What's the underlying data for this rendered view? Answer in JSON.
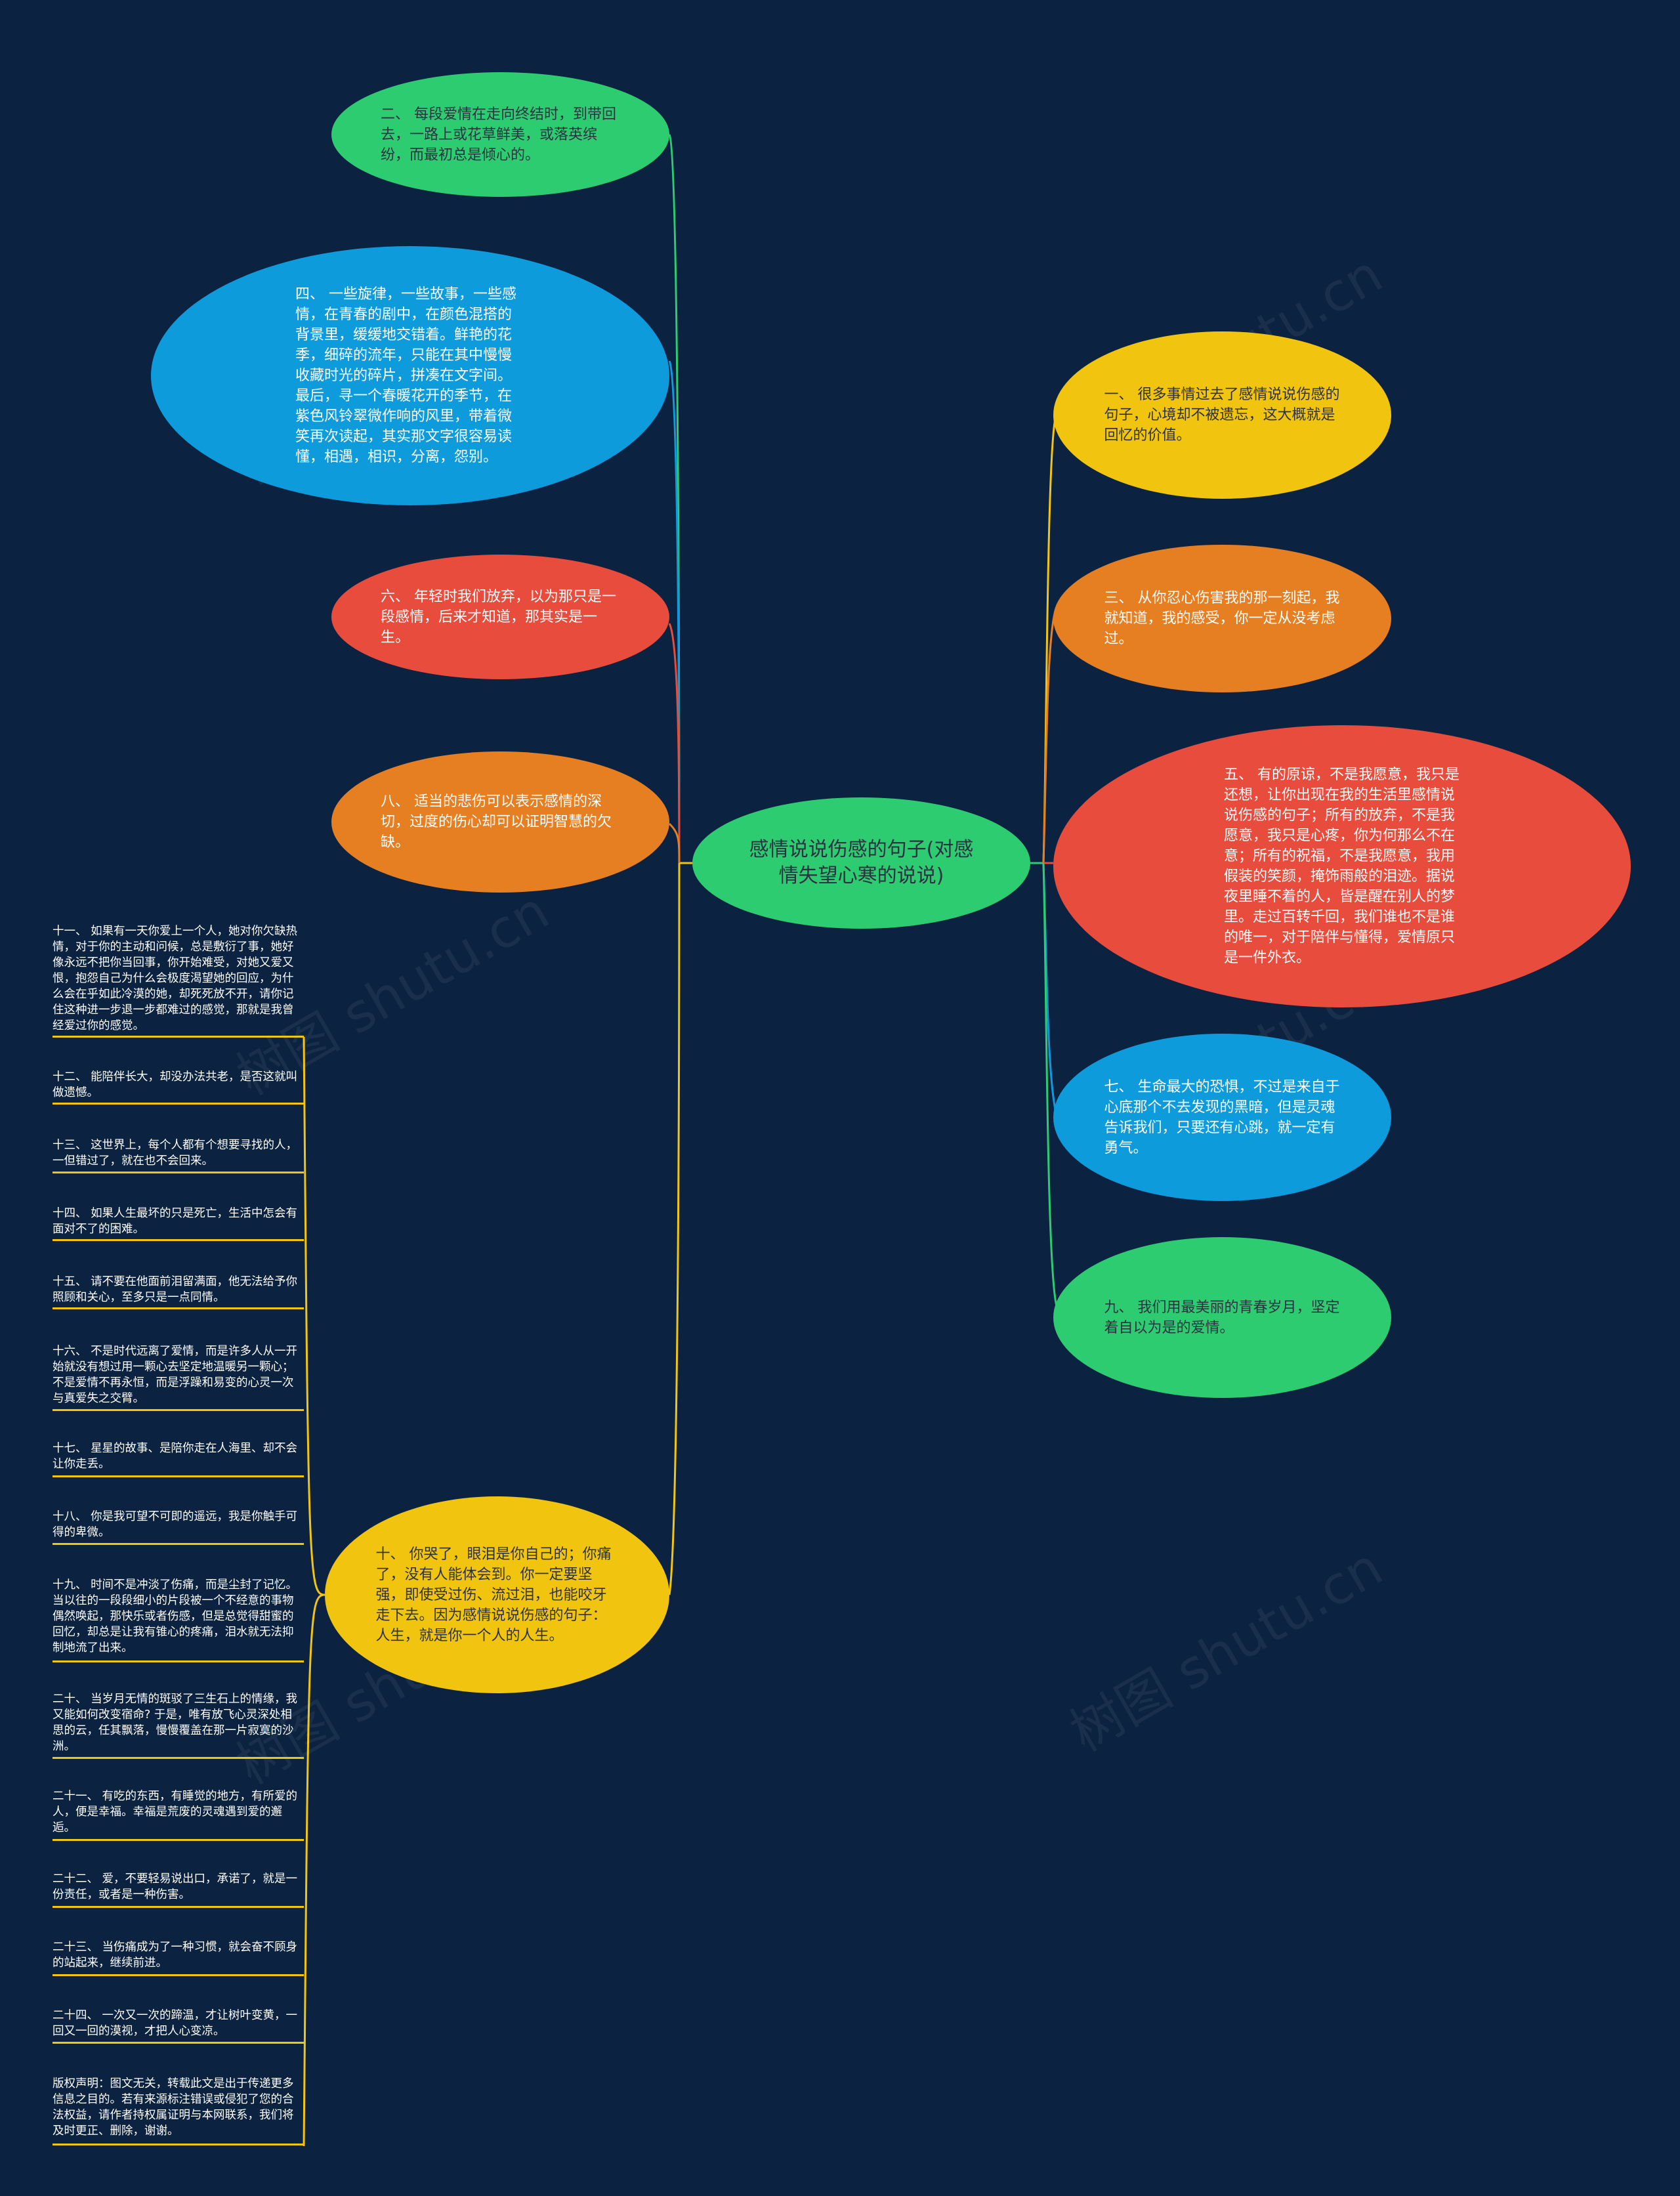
{
  "center": {
    "label": "感情说说伤感的句子(对感情失望心寒的说说)",
    "color": "#2ecc71"
  },
  "nodes": [
    {
      "id": "n2",
      "text": "二、 每段爱情在走向终结时，到带回去，一路上或花草鲜美，或落英缤纷，而最初总是倾心的。",
      "color": "#2ecc71"
    },
    {
      "id": "n4",
      "text": "四、 一些旋律，一些故事，一些感情，在青春的剧中，在颜色混搭的背景里，缓缓地交错着。鲜艳的花季，细碎的流年，只能在其中慢慢收藏时光的碎片，拼凑在文字间。最后，寻一个春暖花开的季节，在紫色风铃翠微作响的风里，带着微笑再次读起，其实那文字很容易读懂，相遇，相识，分离，怨别。",
      "color": "#0e9bdc"
    },
    {
      "id": "n6",
      "text": "六、 年轻时我们放弃，以为那只是一段感情，后来才知道，那其实是一生。",
      "color": "#e74c3c"
    },
    {
      "id": "n8",
      "text": "八、 适当的悲伤可以表示感情的深切，过度的伤心却可以证明智慧的欠缺。",
      "color": "#e67e22"
    },
    {
      "id": "n10",
      "text": "十、 你哭了，眼泪是你自己的；你痛了，没有人能体会到。你一定要坚强，即使受过伤、流过泪，也能咬牙走下去。因为感情说说伤感的句子：人生，就是你一个人的人生。",
      "color": "#f1c40f"
    },
    {
      "id": "n1",
      "text": "一、 很多事情过去了感情说说伤感的句子，心境却不被遗忘，这大概就是回忆的价值。",
      "color": "#f1c40f"
    },
    {
      "id": "n3",
      "text": "三、 从你忍心伤害我的那一刻起，我就知道，我的感受，你一定从没考虑过。",
      "color": "#e67e22"
    },
    {
      "id": "n5",
      "text": "五、 有的原谅，不是我愿意，我只是还想，让你出现在我的生活里感情说说伤感的句子；所有的放弃，不是我愿意，我只是心疼，你为何那么不在意；所有的祝福，不是我愿意，我用假装的笑颜，掩饰雨般的泪迹。据说夜里睡不着的人，皆是醒在别人的梦里。走过百转千回，我们谁也不是谁的唯一，对于陪伴与懂得，爱情原只是一件外衣。",
      "color": "#e74c3c"
    },
    {
      "id": "n7",
      "text": "七、 生命最大的恐惧，不过是来自于心底那个不去发现的黑暗，但是灵魂告诉我们，只要还有心跳，就一定有勇气。",
      "color": "#0e9bdc"
    },
    {
      "id": "n9",
      "text": "九、 我们用最美丽的青春岁月，坚定着自以为是的爱情。",
      "color": "#2ecc71"
    }
  ],
  "leaves": [
    "十一、 如果有一天你爱上一个人，她对你欠缺热情，对于你的主动和问候，总是敷衍了事，她好像永远不把你当回事，你开始难受，对她又爱又恨，抱怨自己为什么会极度渴望她的回应，为什么会在乎如此冷漠的她，却死死放不开，请你记住这种进一步退一步都难过的感觉，那就是我曾经爱过你的感觉。",
    "十二、 能陪伴长大，却没办法共老，是否这就叫做遗憾。",
    "十三、 这世界上，每个人都有个想要寻找的人，一但错过了，就在也不会回来。",
    "十四、 如果人生最坏的只是死亡，生活中怎会有面对不了的困难。",
    "十五、 请不要在他面前泪留满面，他无法给予你照顾和关心，至多只是一点同情。",
    "十六、 不是时代远离了爱情，而是许多人从一开始就没有想过用一颗心去坚定地温暖另一颗心；不是爱情不再永恒，而是浮躁和易变的心灵一次与真爱失之交臂。",
    "十七、 星星的故事、是陪你走在人海里、却不会让你走丢。",
    "十八、 你是我可望不可即的遥远，我是你触手可得的卑微。",
    "十九、 时间不是冲淡了伤痛，而是尘封了记忆。当以往的一段段细小的片段被一个不经意的事物偶然唤起，那快乐或者伤感，但是总觉得甜蜜的回忆，却总是让我有锥心的疼痛，泪水就无法抑制地流了出来。",
    "二十、 当岁月无情的斑驳了三生石上的情缘，我又能如何改变宿命? 于是，唯有放飞心灵深处相思的云，任其飘落，慢慢覆盖在那一片寂寞的沙洲。",
    "二十一、 有吃的东西，有睡觉的地方，有所爱的人，便是幸福。幸福是荒废的灵魂遇到爱的邂逅。",
    "二十二、 爱，不要轻易说出口，承诺了，就是一份责任，或者是一种伤害。",
    "二十三、 当伤痛成为了一种习惯，就会奋不顾身的站起来，继续前进。",
    "二十四、 一次又一次的蹄温，才让树叶变黄，一回又一回的漠视，才把人心变凉。",
    "版权声明：图文无关，转载此文是出于传递更多信息之目的。若有来源标注错误或侵犯了您的合法权益，请作者持权属证明与本网联系，我们将及时更正、删除，谢谢。"
  ],
  "watermark": "树图 shutu.cn"
}
